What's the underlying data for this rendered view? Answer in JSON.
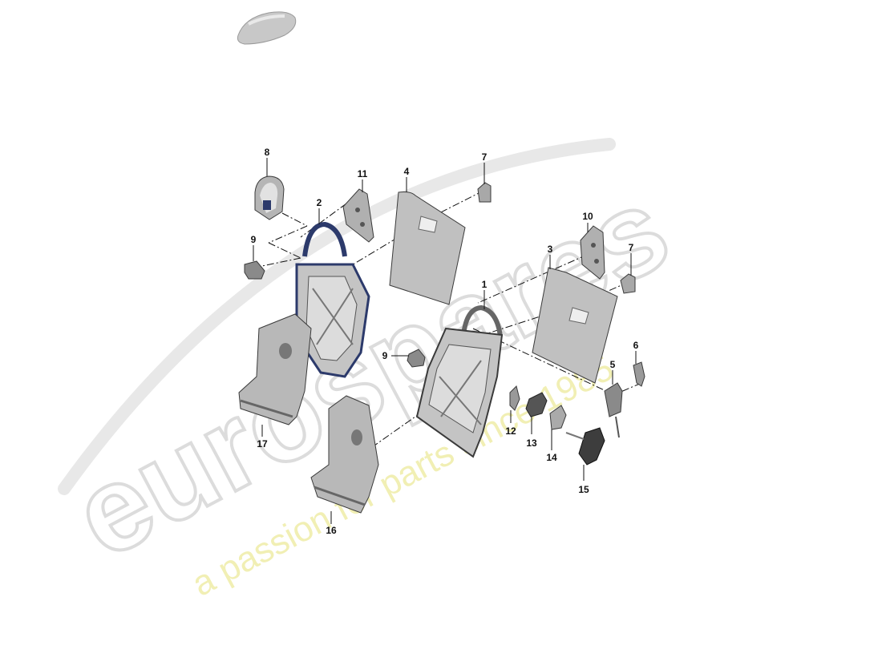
{
  "diagram": {
    "colors": {
      "background": "#ffffff",
      "part_fill": "#b9b9b9",
      "part_dark": "#6f6f6f",
      "part_stroke": "#3a3a3a",
      "frame_blue": "#2c3a6b",
      "leader": "#111111",
      "watermark_gray": "#e3e3e3",
      "watermark_yellow": "#f1efb4"
    },
    "watermark": {
      "brand": "eurospares",
      "tagline": "a passion for parts since 1985"
    },
    "callouts": [
      {
        "id": "c1",
        "label": "1"
      },
      {
        "id": "c2",
        "label": "2"
      },
      {
        "id": "c3",
        "label": "3"
      },
      {
        "id": "c4",
        "label": "4"
      },
      {
        "id": "c5",
        "label": "5"
      },
      {
        "id": "c6",
        "label": "6"
      },
      {
        "id": "c7a",
        "label": "7"
      },
      {
        "id": "c7b",
        "label": "7"
      },
      {
        "id": "c8",
        "label": "8"
      },
      {
        "id": "c9a",
        "label": "9"
      },
      {
        "id": "c9b",
        "label": "9"
      },
      {
        "id": "c10",
        "label": "10"
      },
      {
        "id": "c11",
        "label": "11"
      },
      {
        "id": "c12",
        "label": "12"
      },
      {
        "id": "c13",
        "label": "13"
      },
      {
        "id": "c14",
        "label": "14"
      },
      {
        "id": "c15",
        "label": "15"
      },
      {
        "id": "c16",
        "label": "16"
      },
      {
        "id": "c17",
        "label": "17"
      }
    ]
  }
}
